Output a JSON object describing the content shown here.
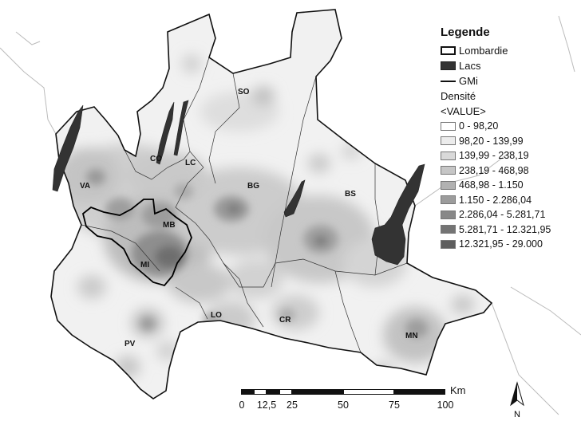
{
  "map": {
    "provinces": [
      "SO",
      "CO",
      "LC",
      "VA",
      "BG",
      "BS",
      "MB",
      "MI",
      "LO",
      "CR",
      "PV",
      "MN"
    ]
  },
  "legend": {
    "title": "Legende",
    "items": {
      "region": "Lombardie",
      "lakes": "Lacs",
      "boundary": "GMi"
    },
    "density_title": "Densité",
    "value_label": "<VALUE>",
    "classes": [
      {
        "label": "0 - 98,20",
        "color": "#ffffff"
      },
      {
        "label": "98,20 - 139,99",
        "color": "#ececec"
      },
      {
        "label": "139,99 - 238,19",
        "color": "#d9d9d9"
      },
      {
        "label": "238,19 - 468,98",
        "color": "#c6c6c6"
      },
      {
        "label": "468,98 - 1.150",
        "color": "#b1b1b1"
      },
      {
        "label": "1.150 - 2.286,04",
        "color": "#9c9c9c"
      },
      {
        "label": "2.286,04 - 5.281,71",
        "color": "#888888"
      },
      {
        "label": "5.281,71 - 12.321,95",
        "color": "#747474"
      },
      {
        "label": "12.321,95 - 29.000",
        "color": "#5e5e5e"
      }
    ]
  },
  "scale": {
    "unit": "Km",
    "ticks": [
      "0",
      "12,5",
      "25",
      "50",
      "75",
      "100"
    ]
  },
  "north": {
    "label": "N",
    "icon": "north-arrow-icon"
  }
}
